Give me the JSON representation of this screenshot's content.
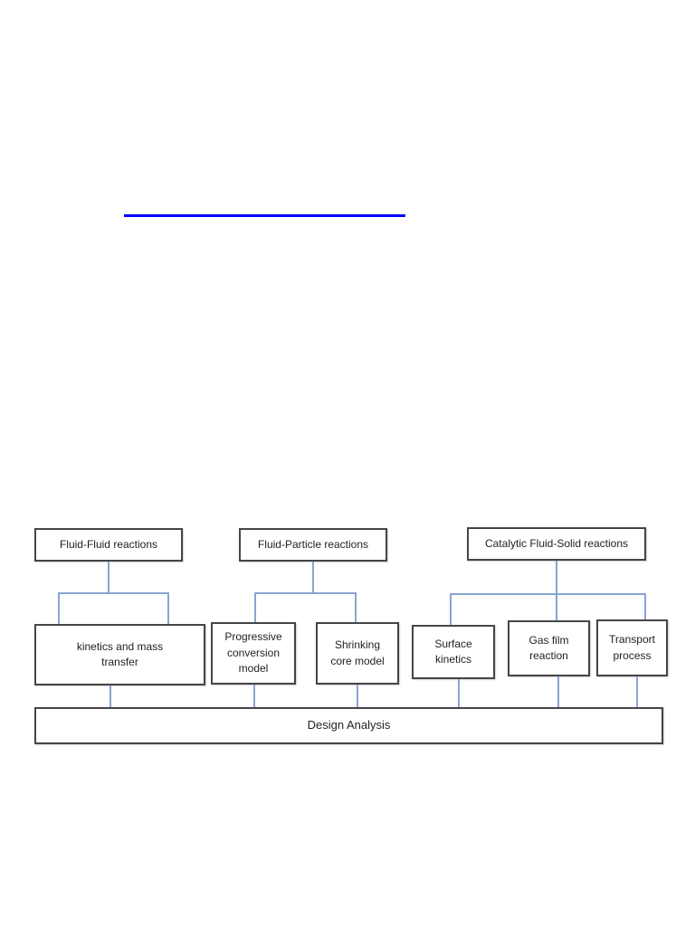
{
  "colors": {
    "divider_line": "#0000ff",
    "connector": "#87a5d2",
    "box_border": "#454545",
    "text_color": "#1f1f1f"
  },
  "divider": {
    "description": "blue-underline-link-rule"
  },
  "diagram": {
    "name": "reaction-classification-flowchart",
    "boxes": {
      "fluid_fluid": {
        "label": "Fluid-Fluid reactions"
      },
      "fluid_particle": {
        "label": "Fluid-Particle reactions"
      },
      "catalytic_fluid_solid": {
        "label": "Catalytic Fluid-Solid reactions"
      },
      "kinetics_and_mass_transfer": {
        "label": "kinetics and mass transfer"
      },
      "progressive_conversion_model": {
        "label": "Progressive conversion model"
      },
      "shrinking_core_model": {
        "label": "Shrinking core model"
      },
      "surface_kinetics": {
        "label": "Surface kinetics"
      },
      "gas_film_reaction": {
        "label": "Gas film reaction"
      },
      "transport_process": {
        "label": "Transport process"
      },
      "design_analysis": {
        "label": "Design Analysis"
      }
    }
  }
}
